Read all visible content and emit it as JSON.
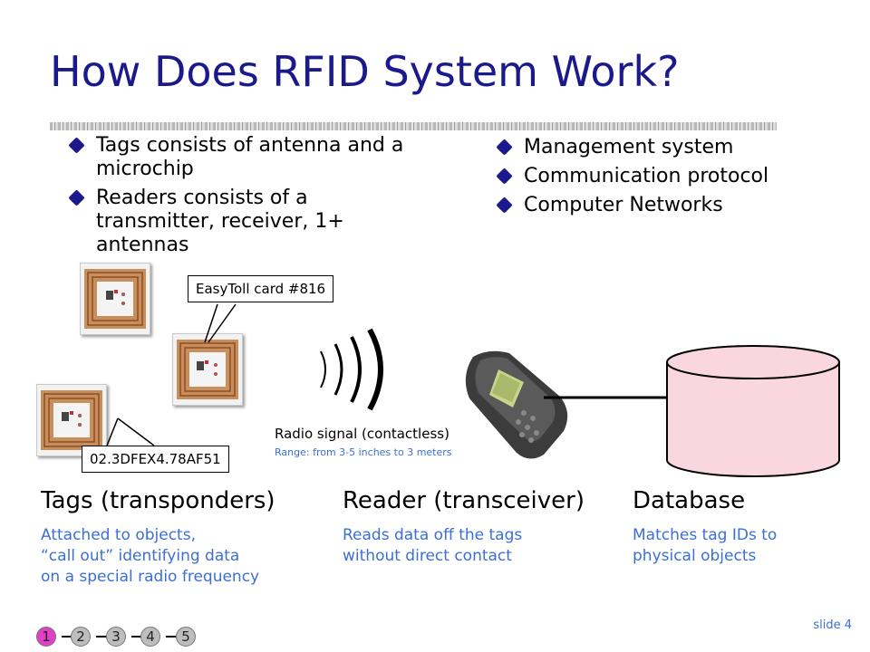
{
  "title": "How Does RFID System Work?",
  "bullets_left": [
    "Tags consists of antenna and a microchip",
    "Readers consists of a transmitter, receiver, 1+ antennas"
  ],
  "bullets_right": [
    "Management system",
    "Communication protocol",
    "Computer Networks"
  ],
  "callouts": {
    "card_label": "EasyToll card #816",
    "tag_id": "02.3DFEX4.78AF51"
  },
  "radio": {
    "label": "Radio signal (contactless)",
    "range": "Range: from 3-5 inches to 3 meters"
  },
  "sections": {
    "tags": {
      "title": "Tags (transponders)",
      "desc": "Attached to objects,\n“call out” identifying data\non a special radio frequency"
    },
    "reader": {
      "title": "Reader (transceiver)",
      "desc": "Reads data off the tags\nwithout direct contact"
    },
    "database": {
      "title": "Database",
      "desc": "Matches tag IDs to\nphysical objects"
    }
  },
  "nav": [
    "1",
    "2",
    "3",
    "4",
    "5"
  ],
  "slide_number": "slide 4",
  "colors": {
    "title": "#1a1a8c",
    "accent": "#3b6fd6",
    "database_fill": "#f9d6e0",
    "nav_active": "#e040c8"
  }
}
